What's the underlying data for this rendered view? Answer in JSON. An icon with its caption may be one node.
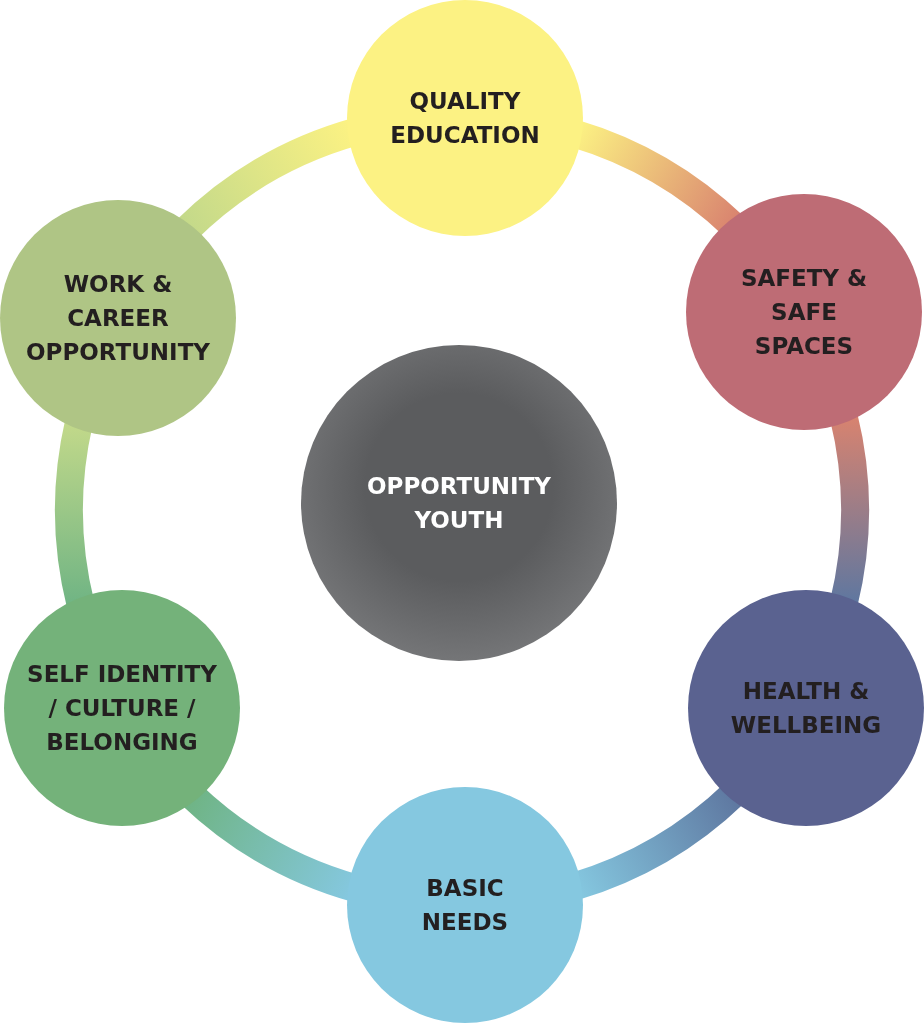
{
  "diagram": {
    "nodes": [
      {
        "text": [
          "QUALITY EDUCATION"
        ]
      },
      {
        "text": [
          "WORK & CAREER OPPORTUNITY"
        ]
      },
      {
        "text": [
          "SAFETY & SAFE SPACES"
        ]
      },
      {
        "text": [
          "OPPORTUNITY YOUTH"
        ]
      },
      {
        "text": [
          "SELF IDENTITY / CULTURE / BELONGING"
        ]
      },
      {
        "text": [
          "HEALTH & WELLBEING"
        ]
      },
      {
        "text": [
          "BASIC NEEDS"
        ]
      }
    ],
    "edges": [
      {
        "from": 0,
        "to": 2,
        "arrow": "none"
      },
      {
        "from": 2,
        "to": 5,
        "arrow": "none"
      },
      {
        "from": 5,
        "to": 6,
        "arrow": "none"
      },
      {
        "from": 6,
        "to": 4,
        "arrow": "none"
      },
      {
        "from": 4,
        "to": 1,
        "arrow": "none"
      },
      {
        "from": 1,
        "to": 0,
        "arrow": "none"
      }
    ]
  }
}
